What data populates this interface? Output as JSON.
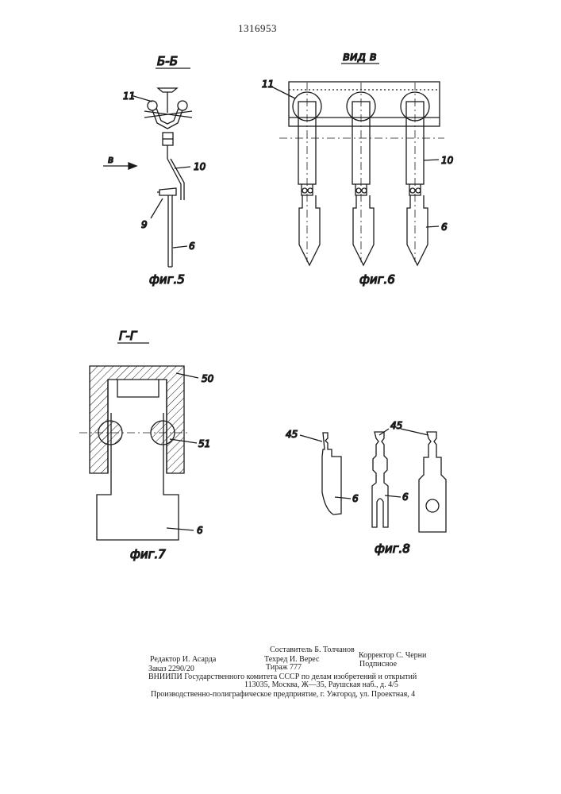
{
  "patent_number": "1316953",
  "figures": {
    "fig5": {
      "section": "Б-Б",
      "caption": "фиг.5",
      "labels": [
        "11",
        "в",
        "10",
        "9",
        "6"
      ]
    },
    "fig6": {
      "view": "вид в",
      "caption": "фиг.6",
      "labels": [
        "11",
        "10",
        "6"
      ]
    },
    "fig7": {
      "section": "Г-Г",
      "caption": "фиг.7",
      "labels": [
        "50",
        "51",
        "6"
      ]
    },
    "fig8": {
      "caption": "фиг.8",
      "labels": [
        "45",
        "45",
        "6",
        "6"
      ]
    }
  },
  "colophon": {
    "compiler": "Составитель Б. Толчанов",
    "editor": "Редактор И. Асарда",
    "techred": "Техред И. Верес",
    "corrector": "Корректор С. Черни",
    "order": "Заказ 2290/20",
    "circulation": "Тираж 777",
    "subscription": "Подписное",
    "institution": "ВНИИПИ Государственного комитета СССР по делам изобретений и открытий",
    "address": "113035, Москва, Ж—35, Раушская наб., д. 4/5",
    "printer": "Производственно-полиграфическое предприятие, г. Ужгород, ул. Проектная, 4"
  }
}
